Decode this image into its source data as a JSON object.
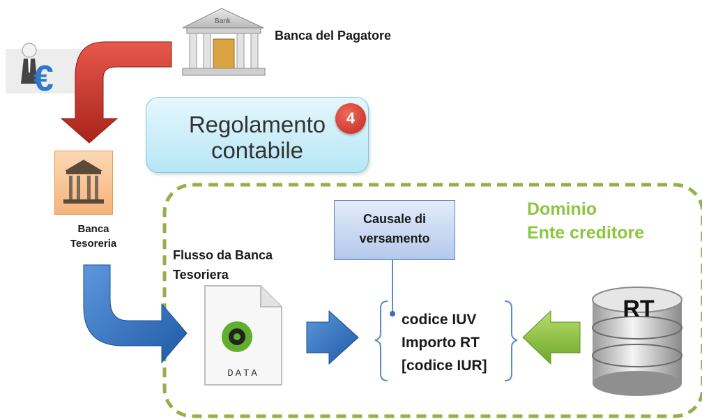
{
  "nodes": {
    "payer_bank": "Banca  del Pagatore",
    "treasury_bank": [
      "Banca",
      "Tesoreria"
    ],
    "settlement": {
      "line1": "Regolamento",
      "line2": "contabile",
      "step": "4"
    },
    "domain": [
      "Dominio",
      "Ente creditore"
    ],
    "flow": [
      "Flusso da Banca",
      "Tesoriera"
    ],
    "data_file": "DATA",
    "causale": [
      "Causale di",
      "versamento"
    ],
    "fields": [
      "codice IUV",
      "Importo RT",
      "[codice IUR]"
    ],
    "rt_db": "RT"
  },
  "colors": {
    "red_arrow": "#c0392b",
    "blue_arrow": "#2e6db5",
    "green_arrow": "#8cc63f",
    "domain_border": "#8fb24a",
    "domain_text": "#8cc63f"
  }
}
